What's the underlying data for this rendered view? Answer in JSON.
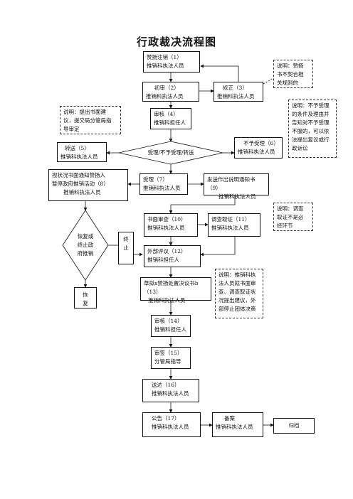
{
  "title": "行政裁决流程图",
  "nodes": {
    "n1": {
      "l1": "赞扬注销（1）",
      "l2": "推销科执法人员"
    },
    "n2": {
      "l1": "初审（2）",
      "l2": "推销科执法人员"
    },
    "n3": {
      "l1": "修正（3）",
      "l2": "推销科执法人员"
    },
    "n4": {
      "l1": "审核（4）",
      "l2": "推销科担任人"
    },
    "n5": {
      "l1": "转送（5）",
      "l2": "推销科执法人员"
    },
    "n6": {
      "l1": "不予受理（6）",
      "l2": "推销科执法人员"
    },
    "decision": "受理/不予受理/转送",
    "n7": {
      "l1": "受理（7）",
      "l2": "推销科执法人员"
    },
    "n8": {
      "l1": "视状况书面通知赞扬人",
      "l2": "暂停政府推销活动（8）",
      "l3": "推销科执法人员"
    },
    "n9": {
      "l1": "发送作出说明通知书（9）",
      "l2": "推销科执法人员"
    },
    "n10": {
      "l1": "书面审查（10）",
      "l2": "推销科执法人员"
    },
    "n11": {
      "l1": "调查取证（11）",
      "l2": "推销科执法人员"
    },
    "n12": {
      "l1": "外部评议（12）",
      "l2": "推销科担任人"
    },
    "n13": {
      "l1": "草拟x赞扬处置决议书b（13）",
      "l2": "推销科执法人员"
    },
    "n14": {
      "l1": "审核（14）",
      "l2": "推销科担任人"
    },
    "n15": {
      "l1": "审签（15）",
      "l2": "分管局指导"
    },
    "n16": {
      "l1": "送达（16）",
      "l2": "推销科执法人员"
    },
    "n17": {
      "l1": "公告（17）",
      "l2": "推销科执法人员"
    },
    "n18": {
      "l1": "备案",
      "l2": "推销科执法人员"
    },
    "n19": "归档",
    "resume_decision": {
      "l1": "恢复或",
      "l2": "终止政",
      "l3": "府推销"
    },
    "terminate": "终止",
    "resume": "恢复"
  },
  "notes": {
    "note1": {
      "l1": "说明：赞扬",
      "l2": "书不契合相",
      "l3": "关规则的"
    },
    "note2": {
      "l1": "说明：提出书面建",
      "l2": "议，提交局分管局指",
      "l3": "导审定"
    },
    "note3": {
      "l1": "说明：不予受理",
      "l2": "的条件及理由并",
      "l3": "告知对不予受理",
      "l4": "不服的，可以依",
      "l5": "法提出复议或行",
      "l6": "政诉讼"
    },
    "note4": {
      "l1": "说明：调查",
      "l2": "取证不是必",
      "l3": "经环节"
    },
    "note5": {
      "l1": "说明：推销科执",
      "l2": "法人员就书面审",
      "l3": "查、调查取证状",
      "l4": "况提出建议，外",
      "l5": "部停止团体决策"
    }
  }
}
